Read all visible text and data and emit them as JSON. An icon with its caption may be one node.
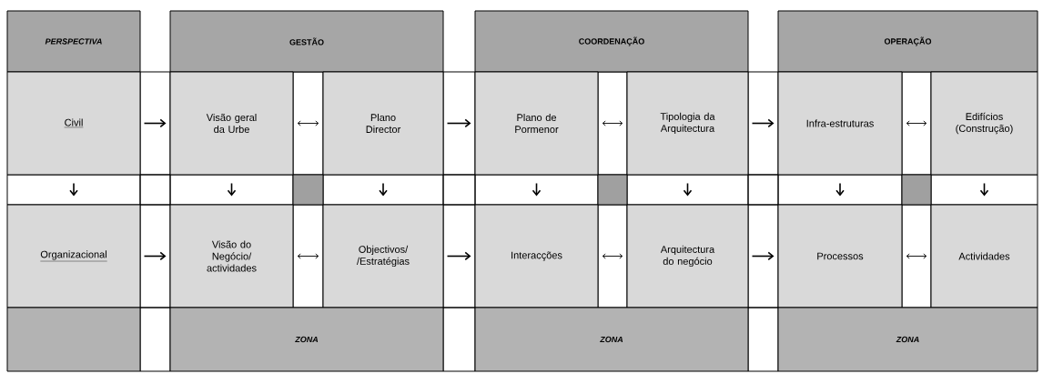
{
  "diagram": {
    "nodes": [
      {
        "text": [
          "PERSPECTIVA"
        ]
      },
      {
        "text": [
          "GESTÃO"
        ]
      },
      {
        "text": [
          "COORDENAÇÃO"
        ]
      },
      {
        "text": [
          "OPERAÇÃO"
        ]
      },
      {
        "text": [
          "Civil"
        ]
      },
      {
        "text": [
          "Visão geral da Urbe"
        ]
      },
      {
        "text": [
          "Plano Director"
        ]
      },
      {
        "text": [
          "Plano de Pormenor"
        ]
      },
      {
        "text": [
          "Tipologia da Arquitectura"
        ]
      },
      {
        "text": [
          "Infra-estruturas"
        ]
      },
      {
        "text": [
          "Edifícios (Construção)"
        ]
      },
      {
        "text": [
          "Organizacional"
        ]
      },
      {
        "text": [
          "Visão do Negócio/ actividades"
        ]
      },
      {
        "text": [
          "Objectivos/ /Estratégias"
        ]
      },
      {
        "text": [
          "Interacções"
        ]
      },
      {
        "text": [
          "Arquitectura do negócio"
        ]
      },
      {
        "text": [
          "Processos"
        ]
      },
      {
        "text": [
          "Actividades"
        ]
      },
      {
        "text": [],
        "shape": "box"
      },
      {
        "text": [
          "ZONA"
        ]
      },
      {
        "text": [
          "ZONA"
        ]
      },
      {
        "text": [
          "ZONA"
        ]
      }
    ],
    "edges": [
      {
        "from": 4,
        "to": 5,
        "arrow": "to"
      },
      {
        "from": 5,
        "to": 6,
        "arrow": "both"
      },
      {
        "from": 6,
        "to": 7,
        "arrow": "to"
      },
      {
        "from": 7,
        "to": 8,
        "arrow": "both"
      },
      {
        "from": 8,
        "to": 9,
        "arrow": "to"
      },
      {
        "from": 9,
        "to": 10,
        "arrow": "both"
      },
      {
        "from": 11,
        "to": 12,
        "arrow": "to"
      },
      {
        "from": 12,
        "to": 13,
        "arrow": "both"
      },
      {
        "from": 13,
        "to": 14,
        "arrow": "to"
      },
      {
        "from": 14,
        "to": 15,
        "arrow": "both"
      },
      {
        "from": 15,
        "to": 16,
        "arrow": "to"
      },
      {
        "from": 16,
        "to": 17,
        "arrow": "both"
      },
      {
        "from": 4,
        "to": 11,
        "arrow": "to"
      },
      {
        "from": 5,
        "to": 12,
        "arrow": "to"
      },
      {
        "from": 6,
        "to": 13,
        "arrow": "to"
      },
      {
        "from": 7,
        "to": 14,
        "arrow": "to"
      },
      {
        "from": 8,
        "to": 15,
        "arrow": "to"
      },
      {
        "from": 9,
        "to": 16,
        "arrow": "to"
      },
      {
        "from": 10,
        "to": 17,
        "arrow": "to"
      }
    ]
  }
}
